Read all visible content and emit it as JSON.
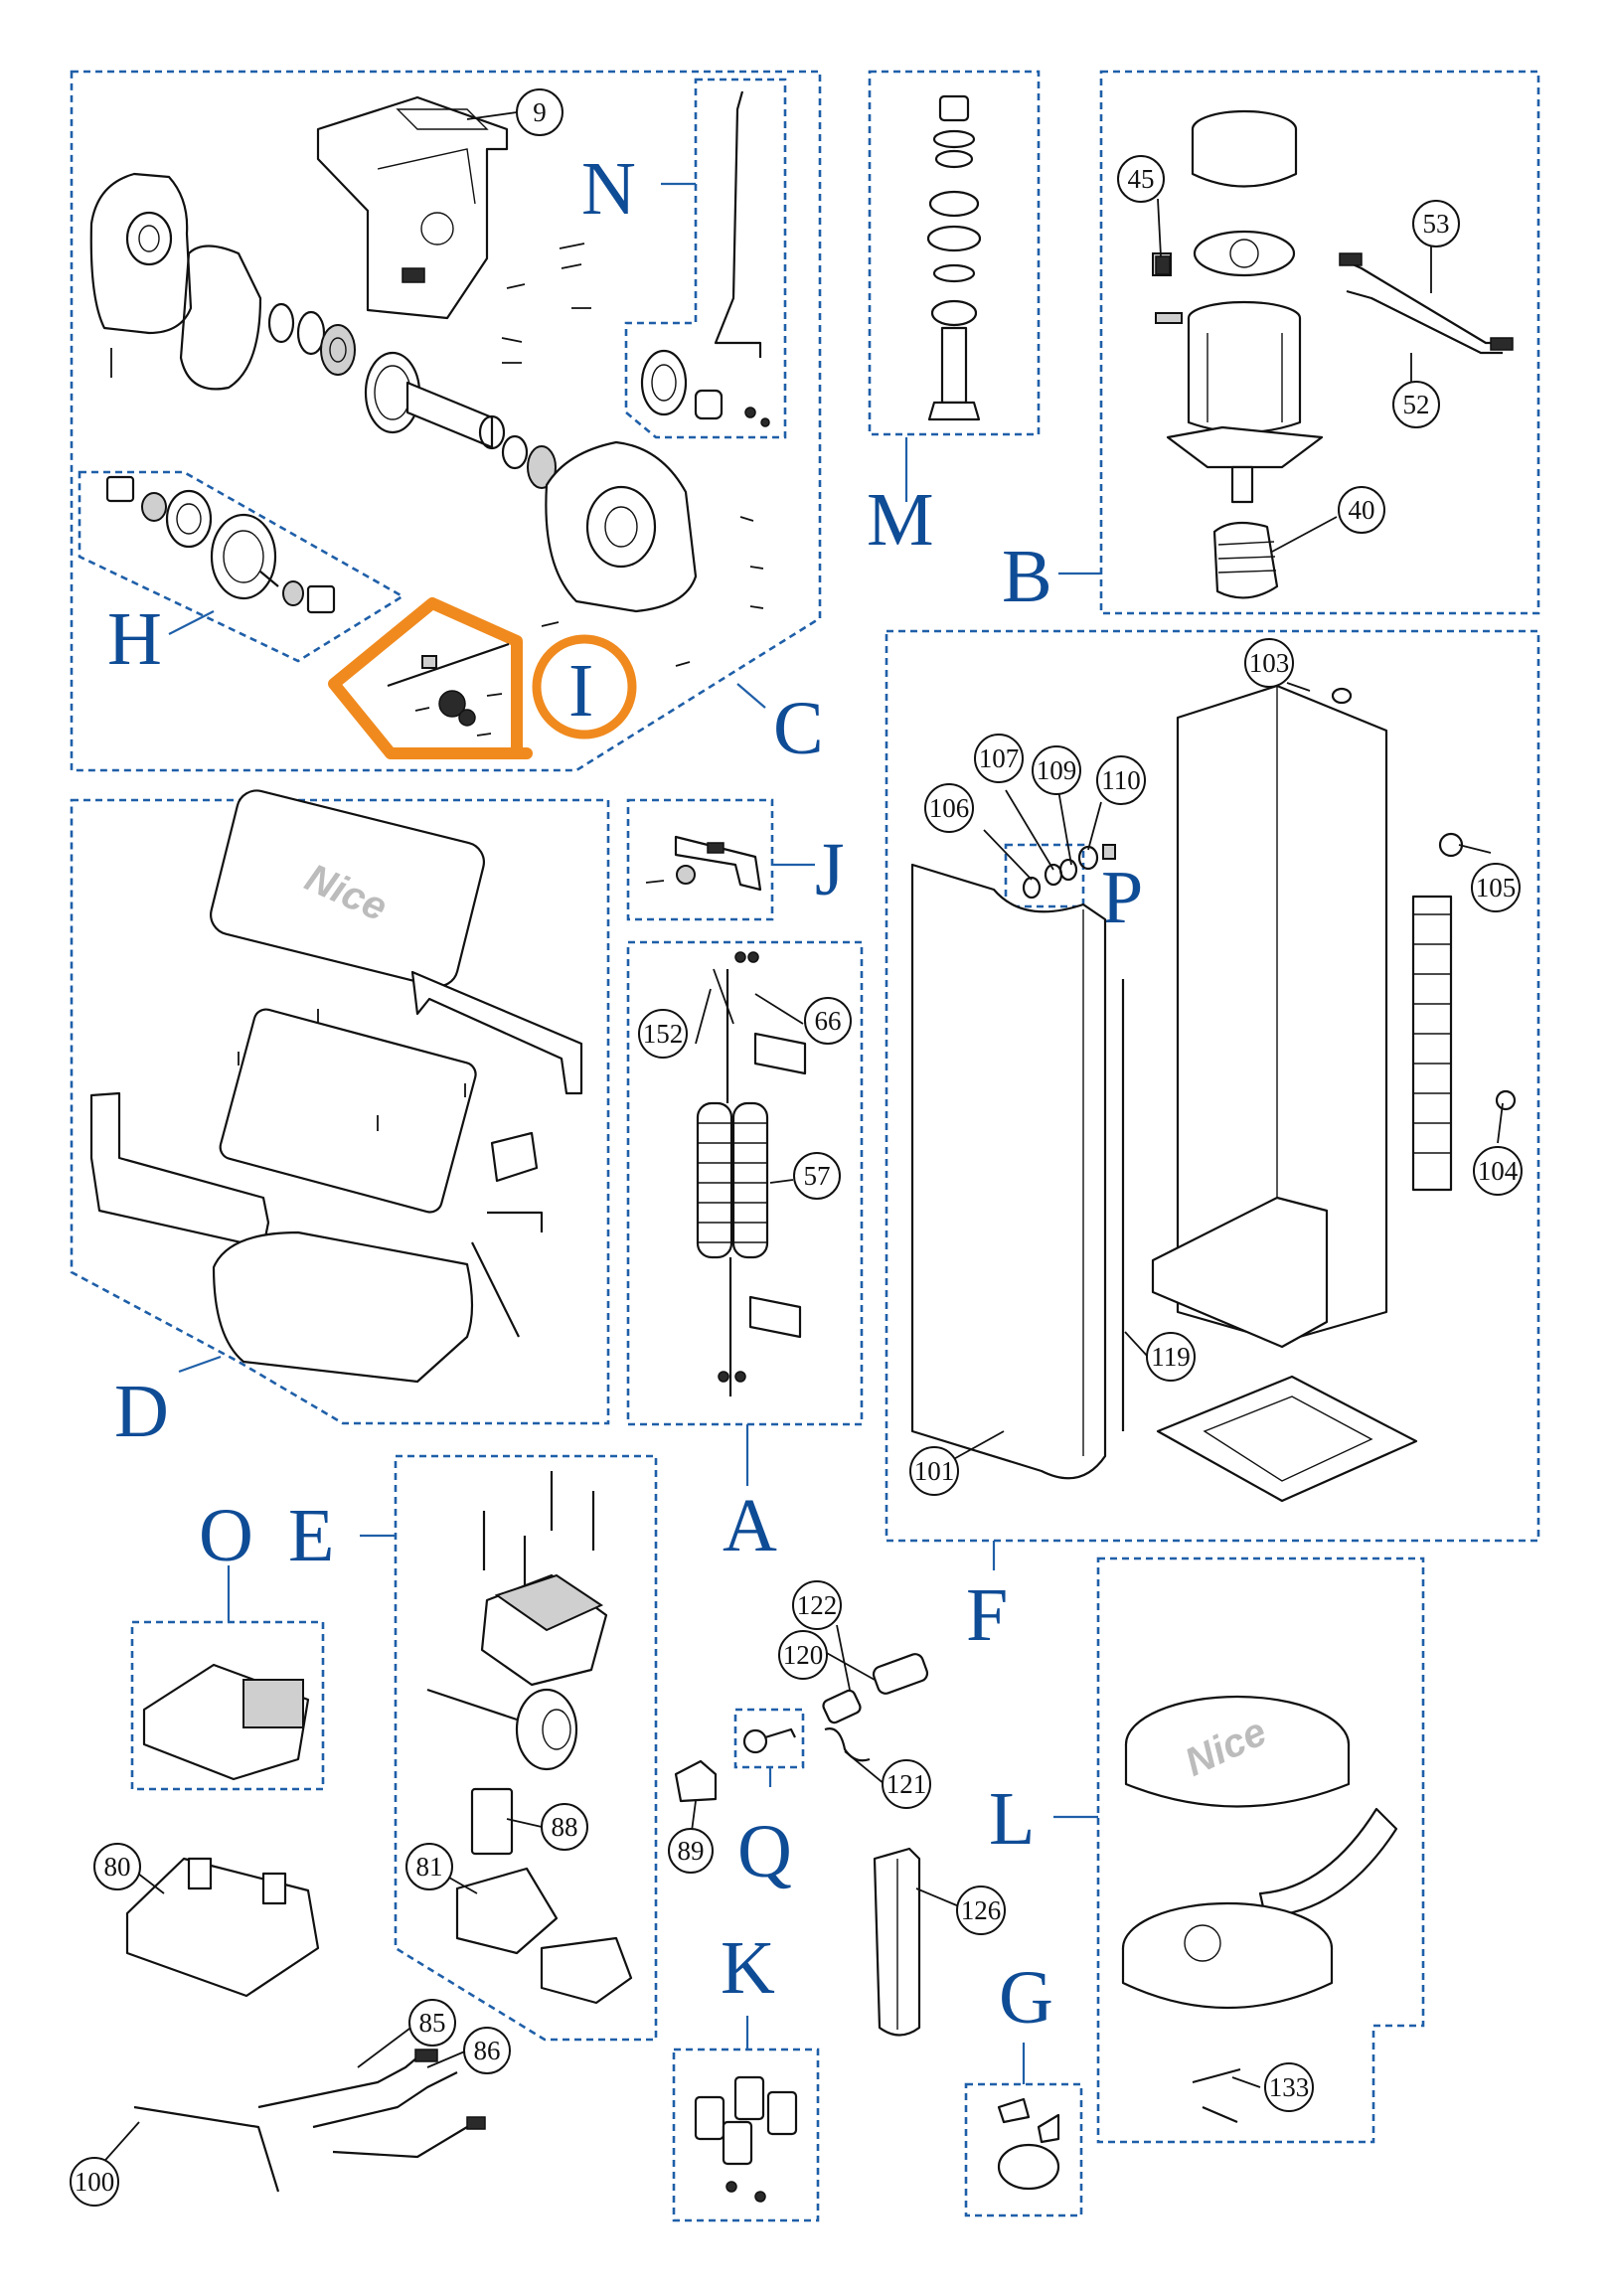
{
  "diagram": {
    "groups": {
      "A": "A",
      "B": "B",
      "C": "C",
      "D": "D",
      "E": "E",
      "F": "F",
      "G": "G",
      "H": "H",
      "I": "I",
      "J": "J",
      "K": "K",
      "L": "L",
      "M": "M",
      "N": "N",
      "O": "O",
      "P": "P",
      "Q": "Q"
    },
    "highlighted_group": "I",
    "highlight_color": "#f08a1e",
    "group_box_color": "#1f5fa8",
    "label_color": "#0f4c96",
    "brand_text": "Nice",
    "callouts": {
      "c9": "9",
      "c40": "40",
      "c45": "45",
      "c52": "52",
      "c53": "53",
      "c57": "57",
      "c66": "66",
      "c80": "80",
      "c81": "81",
      "c85": "85",
      "c86": "86",
      "c88": "88",
      "c89": "89",
      "c100": "100",
      "c101": "101",
      "c103": "103",
      "c104": "104",
      "c105": "105",
      "c106": "106",
      "c107": "107",
      "c109": "109",
      "c110": "110",
      "c119": "119",
      "c120": "120",
      "c121": "121",
      "c122": "122",
      "c126": "126",
      "c133": "133",
      "c152": "152"
    }
  }
}
